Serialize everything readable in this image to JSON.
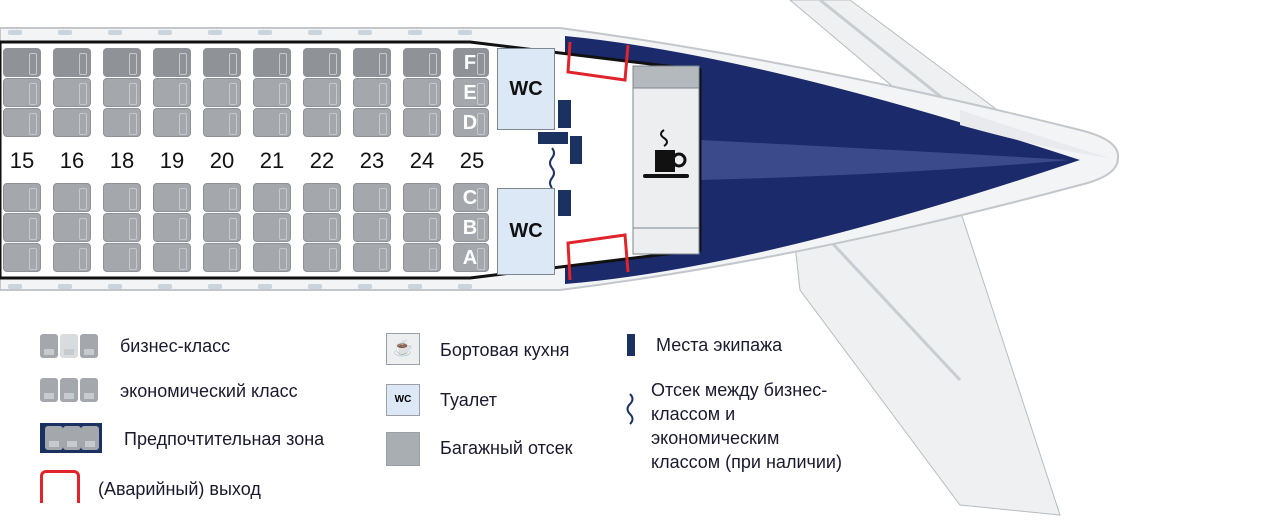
{
  "seat_map": {
    "rows": [
      "15",
      "16",
      "18",
      "19",
      "20",
      "21",
      "22",
      "23",
      "24",
      "25"
    ],
    "seat_letters_left": [
      "F",
      "E",
      "D"
    ],
    "seat_letters_right": [
      "C",
      "B",
      "A"
    ],
    "wc_label": "WC",
    "galley_icon": "coffee-cup-icon"
  },
  "legend": {
    "business": "бизнес-класс",
    "economy": "экономический класс",
    "preferred": "Предпочтительная зона",
    "exit": "(Аварийный) выход",
    "galley": "Бортовая кухня",
    "toilet": "Туалет",
    "toilet_icon_label": "WC",
    "baggage": "Багажный отсек",
    "crew": "Места экипажа",
    "divider_lines": [
      "Отсек между бизнес-",
      "классом и",
      "экономическим",
      "классом (при наличии)"
    ]
  },
  "colors": {
    "navy": "#1b2a6b",
    "exit_red": "#e0242b",
    "seat": "#a4a8ad",
    "wc": "#dce8f6"
  }
}
